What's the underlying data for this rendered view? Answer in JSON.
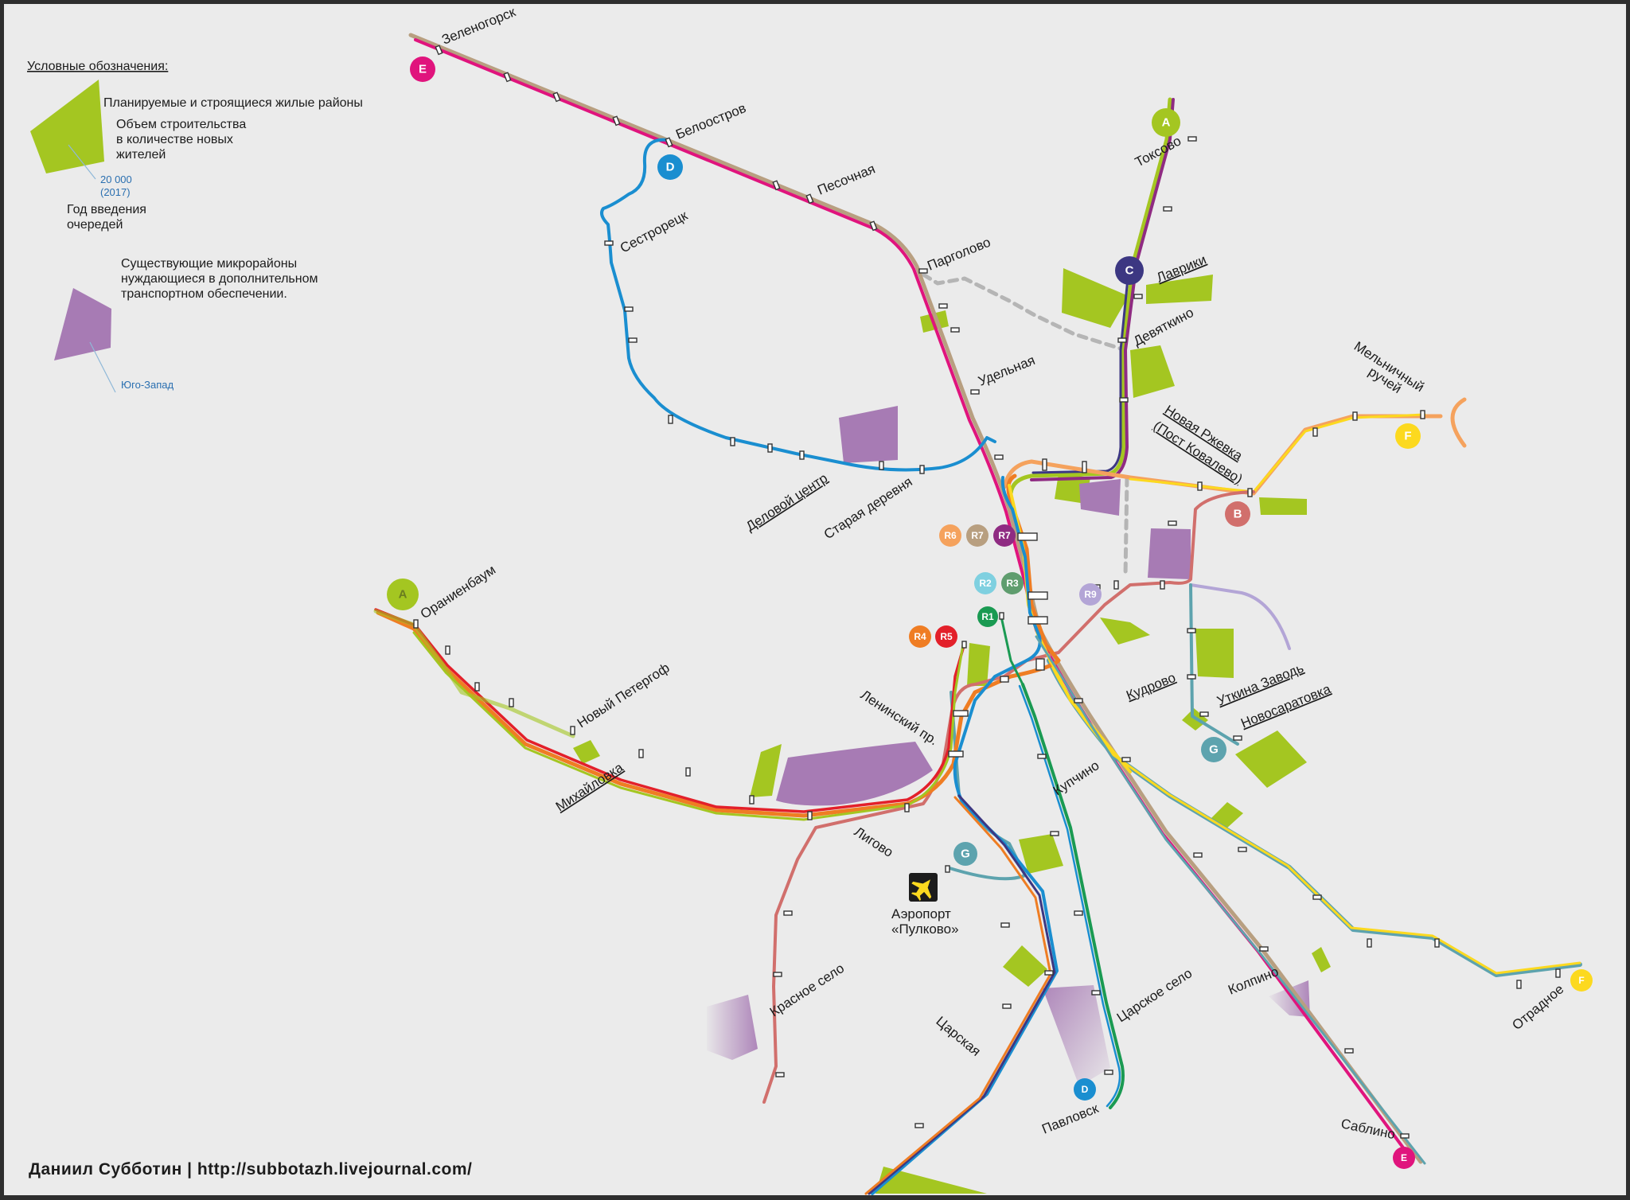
{
  "legend": {
    "title": "Условные обозначения:",
    "planned_areas": "Планируемые и строящиеся жилые районы",
    "volume_line1": "Объем строительства",
    "volume_line2": "в количестве новых",
    "volume_line3": "жителей",
    "volume_example": "20 000",
    "year_example": "(2017)",
    "year_line1": "Год введения",
    "year_line2": "очередей",
    "existing_line1": "Существующие микрорайоны",
    "existing_line2": "нуждающиеся в дополнительном",
    "existing_line3": "транспортном обеспечении.",
    "existing_example": "Юго-Запад"
  },
  "stations": {
    "zelenogorsk": "Зеленогорск",
    "beloostrov": "Белоостров",
    "pesochnaya": "Песочная",
    "sestroretsk": "Сестрорецк",
    "pargolovo": "Парголово",
    "udelnaya": "Удельная",
    "delovoy_tsentr": "Деловой центр",
    "staraya_derevnya": "Старая деревня",
    "toksovo": "Токсово",
    "lavriki": "Лаврики",
    "devyatkino": "Девяткино",
    "melnichny_line1": "Мельничный",
    "melnichny_line2": "ручей",
    "novaya_rzhevka_line1": "Новая Ржевка",
    "novaya_rzhevka_line2": "(Пост Ковалево)",
    "oranienbaum": "Ораниенбаум",
    "novy_petergof": "Новый Петергоф",
    "mikhaylovka": "Михайловка",
    "leninsky": "Ленинский пр.",
    "ligovo": "Лигово",
    "kupchino": "Купчино",
    "kudrovo": "Кудрово",
    "utkina_zavod": "Уткина Заводь",
    "novosaratovka": "Новосаратовка",
    "airport_line1": "Аэропорт",
    "airport_line2": "«Пулково»",
    "krasnoe_selo": "Красное село",
    "tsarskoe_selo": "Царское село",
    "tsarskaya": "Царская",
    "kolpino": "Колпино",
    "pavlovsk": "Павловск",
    "sablino": "Саблино",
    "otradnoe": "Отрадное"
  },
  "badges": {
    "A1": "A",
    "A2": "A",
    "B": "B",
    "C": "C",
    "D1": "D",
    "D2": "D",
    "E1": "E",
    "E2": "E",
    "F1": "F",
    "F2": "F",
    "G1": "G",
    "G2": "G",
    "R1": "R1",
    "R2": "R2",
    "R3": "R3",
    "R4": "R4",
    "R5": "R5",
    "R6": "R6",
    "R7a": "R7",
    "R7b": "R7",
    "R9": "R9"
  },
  "colors": {
    "background": "#ebebeb",
    "frame": "#2e2e2e",
    "planned_area": "#a4c621",
    "existing_area": "#a77bb4",
    "line_A": "#a4c621",
    "line_B": "#d16f6c",
    "line_C": "#3c3782",
    "line_D": "#1a8ed0",
    "line_E": "#e0147d",
    "line_F": "#fcd91f",
    "line_G": "#5da3ae",
    "line_red": "#e3202a",
    "line_orange": "#ef7d23",
    "line_green": "#1a9a52",
    "line_tan": "#b89f80",
    "line_lavender": "#b3a5d6"
  },
  "credit": "Даниил Субботин | http://subbotazh.livejournal.com/"
}
